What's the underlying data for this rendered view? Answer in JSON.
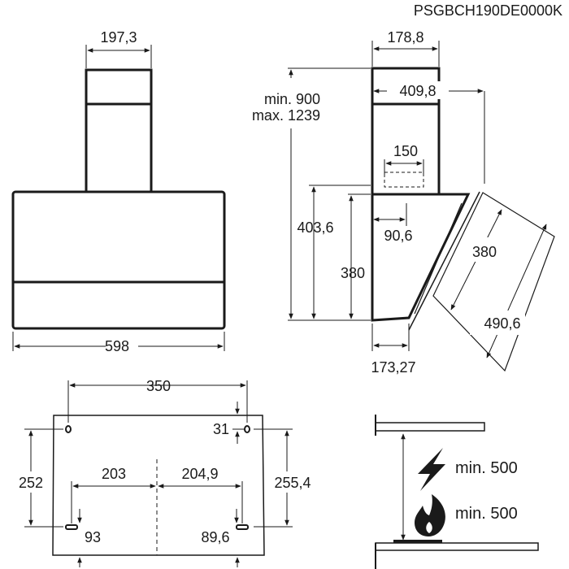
{
  "model_code": "PSGBCH190DE0000K",
  "front_view": {
    "chimney_width": "197,3",
    "hood_width": "598"
  },
  "side_view": {
    "chimney_depth": "178,8",
    "height_min": "min. 900",
    "height_max": "max. 1239",
    "total_depth": "409,8",
    "outlet_width": "150",
    "body_height": "403,6",
    "outlet_offset": "90,6",
    "panel_height": "380",
    "panel_length": "380",
    "panel_diagonal": "490,6",
    "bottom_depth": "173,27"
  },
  "mounting_view": {
    "top_hole_spacing": "350",
    "top_hole_offset": "31",
    "left_height": "252",
    "left_bottom_spacing": "203",
    "right_bottom_spacing": "204,9",
    "right_height": "255,4",
    "left_bottom_offset": "93",
    "right_bottom_offset": "89,6"
  },
  "clearance_view": {
    "icons": [
      "electric-hob-icon",
      "gas-flame-icon"
    ],
    "electric_clearance": "min. 500",
    "gas_clearance": "min. 500"
  }
}
